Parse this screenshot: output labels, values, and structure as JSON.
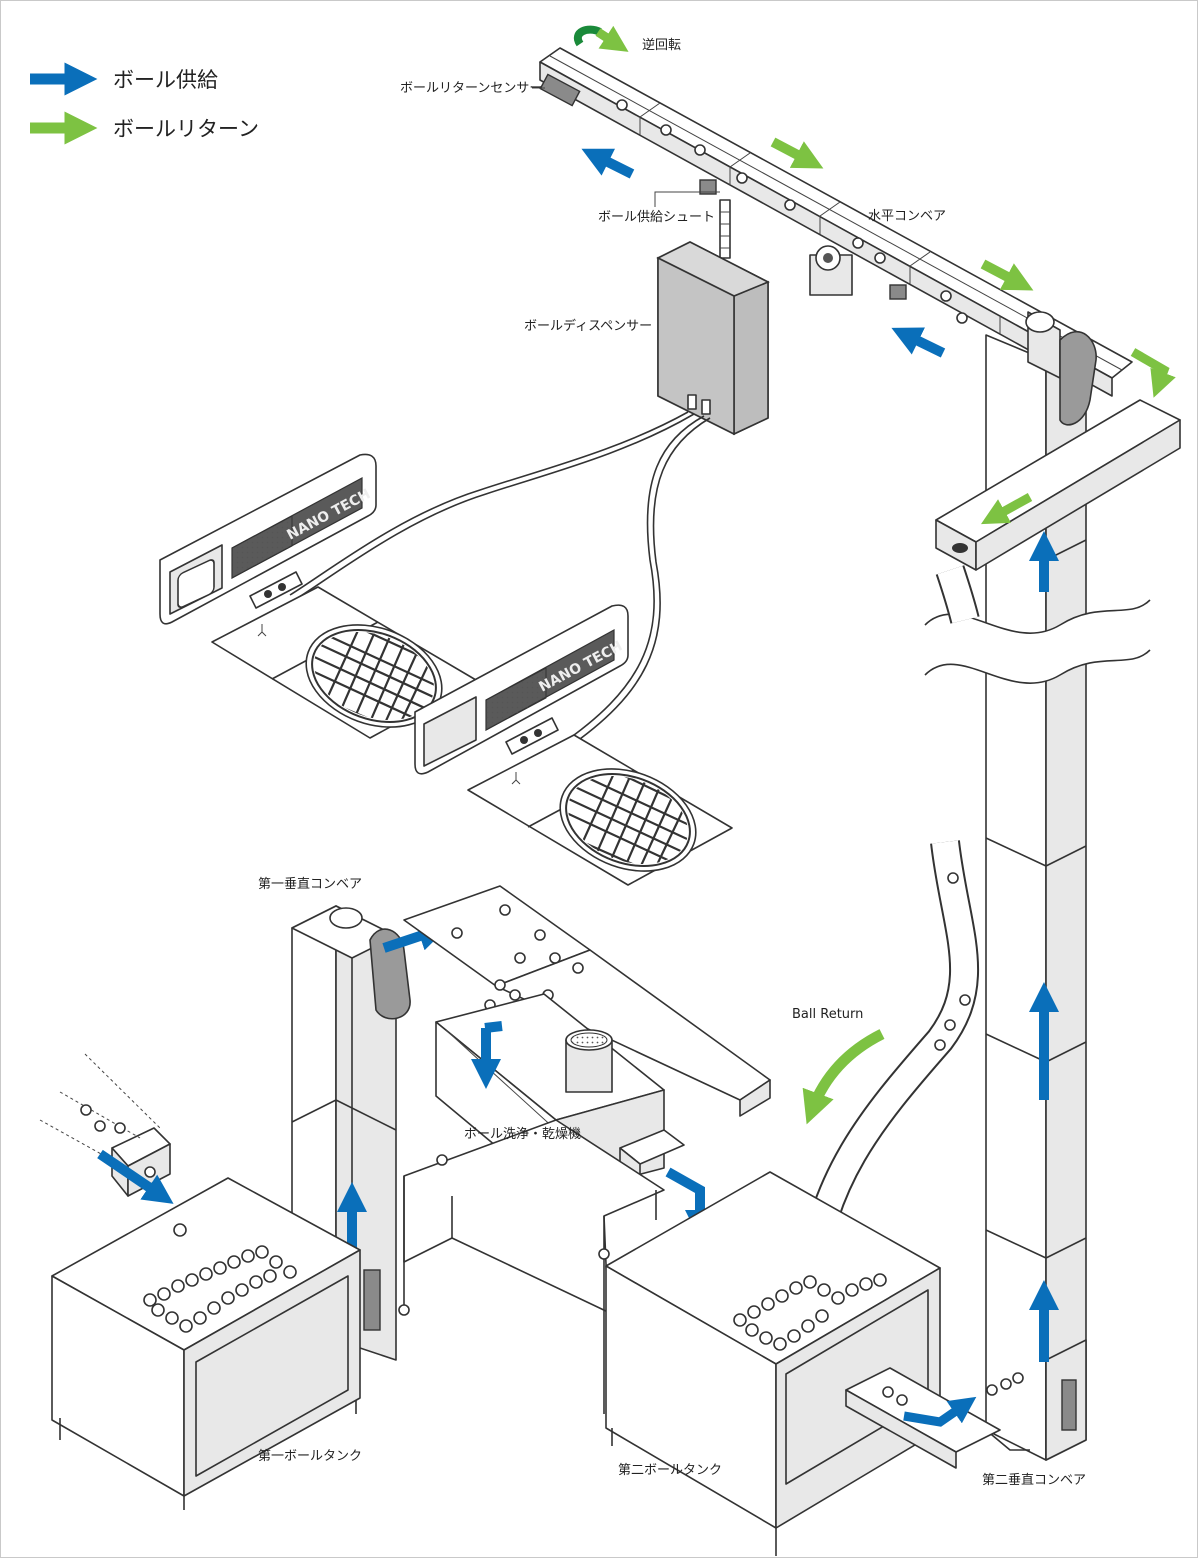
{
  "legend": {
    "supply_label": "ボール供給",
    "return_label": "ボールリターン"
  },
  "labels": {
    "reverse": "逆回転",
    "return_sensor": "ボールリターンセンサー",
    "supply_chute": "ボール供給シュート",
    "horizontal_conveyor": "水平コンベア",
    "dispenser": "ボールディスペンサー",
    "first_vertical": "第一垂直コンベア",
    "ball_return": "Ball Return",
    "washer_dryer": "ボール洗浄・乾燥機",
    "first_tank": "第一ボールタンク",
    "second_tank": "第二ボールタンク",
    "second_vertical": "第二垂直コンベア"
  },
  "logos": {
    "tee1": "NANO TECH",
    "tee2": "NANO TECH"
  },
  "colors": {
    "supply": "#0a6fba",
    "return": "#7dc242",
    "reverse_dark": "#1a8a3a"
  }
}
